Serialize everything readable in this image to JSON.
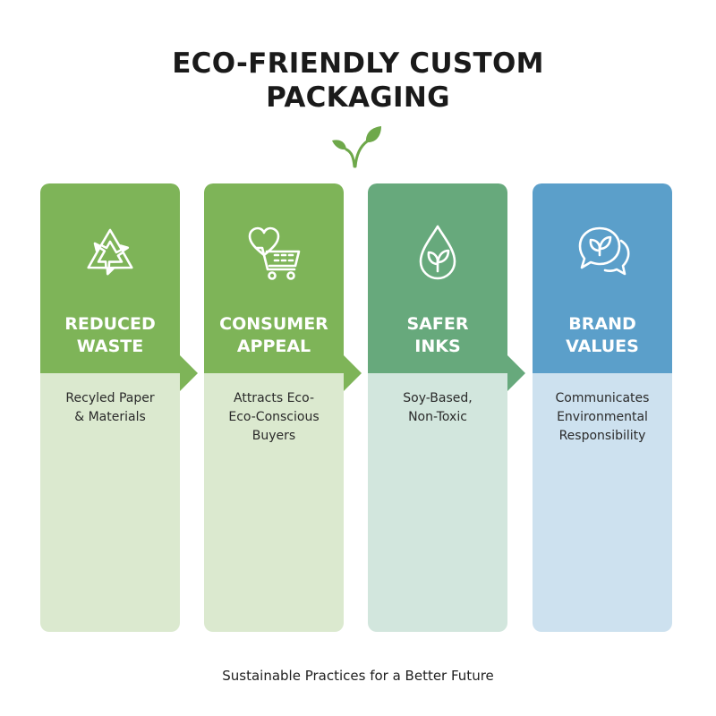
{
  "title": {
    "line1": "ECO-FRIENDLY CUSTOM",
    "line2": "PACKAGING",
    "icon": "leaf-sprout-icon"
  },
  "columns": [
    {
      "heading_line1": "REDUCED",
      "heading_line2": "WASTE",
      "desc_lines": [
        "Recyled Paper",
        "& Materials"
      ],
      "icon": "recycle-icon",
      "head_color": "#7eb458",
      "body_color": "#dbe9cf"
    },
    {
      "heading_line1": "CONSUMER",
      "heading_line2": "APPEAL",
      "desc_lines": [
        "Attracts Eco-",
        "Eco-Conscious",
        "Buyers"
      ],
      "icon": "heart-cart-icon",
      "head_color": "#7eb458",
      "body_color": "#dbe9cf"
    },
    {
      "heading_line1": "SAFER",
      "heading_line2": "INKS",
      "desc_lines": [
        "Soy-Based,",
        "Non-Toxic"
      ],
      "icon": "droplet-leaf-icon",
      "head_color": "#67a97c",
      "body_color": "#d2e6dd"
    },
    {
      "heading_line1": "BRAND",
      "heading_line2": "VALUES",
      "desc_lines": [
        "Communicates",
        "Environmental",
        "Responsibility"
      ],
      "icon": "speech-leaf-icon",
      "head_color": "#5b9fca",
      "body_color": "#cde1ef"
    }
  ],
  "footer": "Sustainable Practices for a Better Future"
}
